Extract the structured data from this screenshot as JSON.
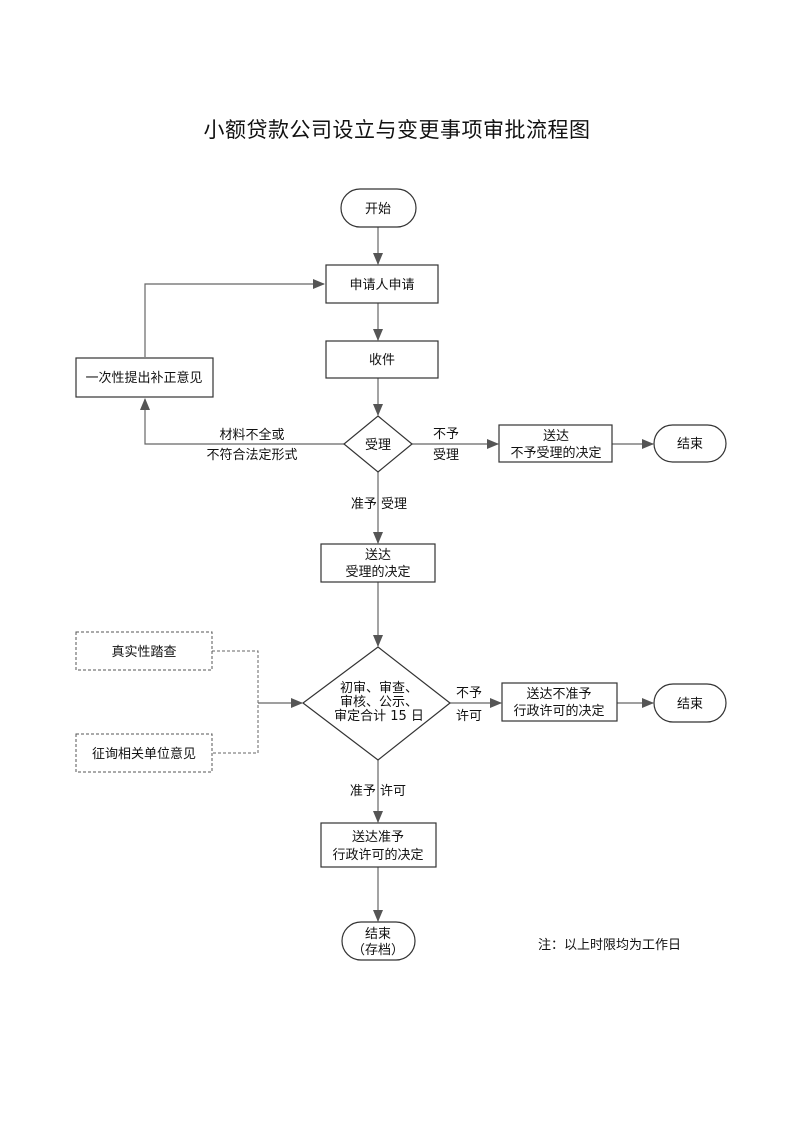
{
  "title": "小额贷款公司设立与变更事项审批流程图",
  "nodes": {
    "start": "开始",
    "apply": "申请人申请",
    "receive": "收件",
    "accept_decision": "受理",
    "supplement": "一次性提出补正意见",
    "reject_accept_l1": "送达",
    "reject_accept_l2": "不予受理的决定",
    "end1": "结束",
    "accept_notice_l1": "送达",
    "accept_notice_l2": "受理的决定",
    "verify": "真实性踏查",
    "consult": "征询相关单位意见",
    "review_l1": "初审、审查、",
    "review_l2": "审核、公示、",
    "review_l3": "审定合计 15 日",
    "reject_permit_l1": "送达不准予",
    "reject_permit_l2": "行政许可的决定",
    "end2": "结束",
    "permit_notice_l1": "送达准予",
    "permit_notice_l2": "行政许可的决定",
    "end_archive_l1": "结束",
    "end_archive_l2": "（存档）"
  },
  "edge_labels": {
    "incomplete_l1": "材料不全或",
    "incomplete_l2": "不符合法定形式",
    "not_accept_l1": "不予",
    "not_accept_l2": "受理",
    "accept": "准予  受理",
    "not_permit_l1": "不予",
    "not_permit_l2": "许可",
    "permit": "准予  许可"
  },
  "note": "注：以上时限均为工作日"
}
